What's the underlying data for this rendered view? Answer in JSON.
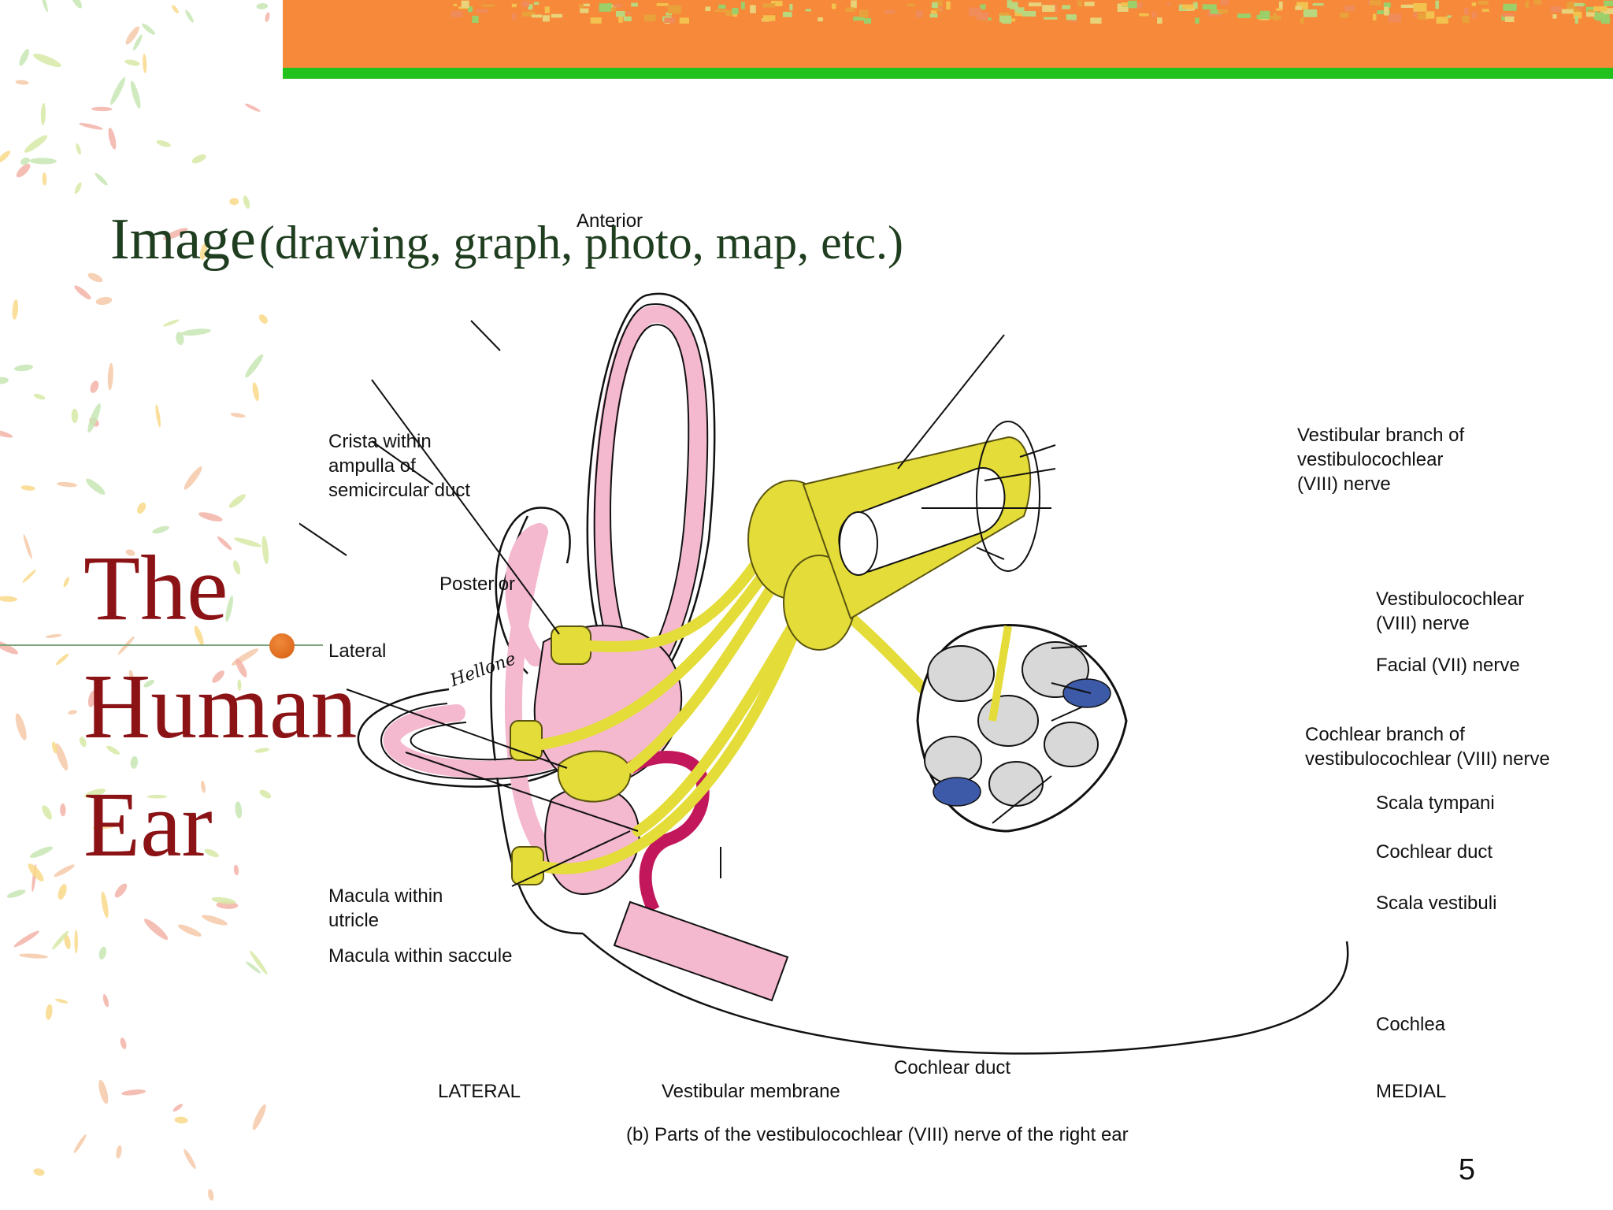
{
  "slide": {
    "heading_main": "Image",
    "heading_sub": "(drawing, graph, photo, map, etc.)",
    "title_lines": [
      "The",
      "Human",
      "Ear"
    ],
    "page_number": "5"
  },
  "diagram": {
    "labels": {
      "anterior": "Anterior",
      "crista": [
        "Crista within",
        "ampulla of",
        "semicircular duct"
      ],
      "posterior": "Posterior",
      "lateral": "Lateral",
      "macula_utricle": [
        "Macula within",
        "utricle"
      ],
      "macula_saccule": "Macula within saccule",
      "vestibular_branch": [
        "Vestibular branch of",
        "vestibulocochlear",
        "(VIII) nerve"
      ],
      "vestibulocochlear_nerve": [
        "Vestibulocochlear",
        "(VIII) nerve"
      ],
      "facial_nerve": "Facial (VII) nerve",
      "cochlear_branch": [
        "Cochlear branch of",
        "vestibulocochlear (VIII) nerve"
      ],
      "scala_tympani": "Scala tympani",
      "cochlear_duct_right": "Cochlear duct",
      "scala_vestibuli": "Scala vestibuli",
      "cochlea": "Cochlea",
      "cochlear_duct_bottom": "Cochlear duct",
      "vestibular_membrane": "Vestibular membrane",
      "lateral_side": "LATERAL",
      "medial_side": "MEDIAL",
      "caption": "(b) Parts of the vestibulocochlear (VIII) nerve of the right ear",
      "signature": "Hellone"
    },
    "colors": {
      "membrane_pink": "#f4b8cf",
      "nerve_yellow": "#e4dc38",
      "duct_blue": "#3c5aa8",
      "dark_pink": "#c2185b"
    }
  },
  "theme": {
    "orange": "#f7893a",
    "green": "#22c21e",
    "title_red": "#8b1316",
    "heading_green": "#1f3d1f"
  }
}
